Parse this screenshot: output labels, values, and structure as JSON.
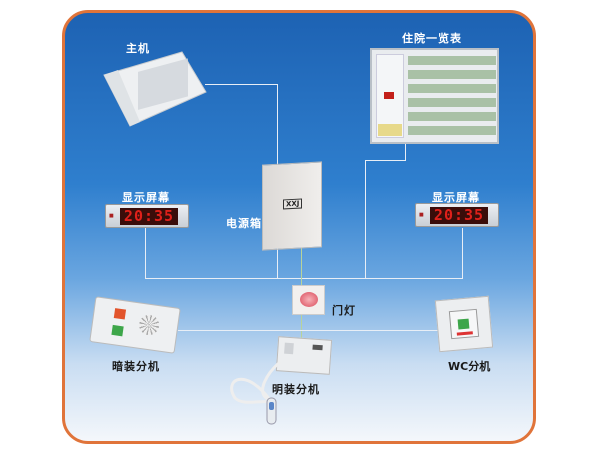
{
  "labels": {
    "host": "主机",
    "ward_board": "住院一览表",
    "display_left": "显示屏幕",
    "display_right": "显示屏幕",
    "power_box": "电源箱",
    "door_light": "门灯",
    "flush_extension": "暗装分机",
    "surface_extension": "明装分机",
    "wc_extension": "WC分机"
  },
  "display_time": "20:35",
  "brand_logo": "XXJ",
  "colors": {
    "border": "#e0743a",
    "led": "#e0201a",
    "background_top": "#1d62b3"
  }
}
